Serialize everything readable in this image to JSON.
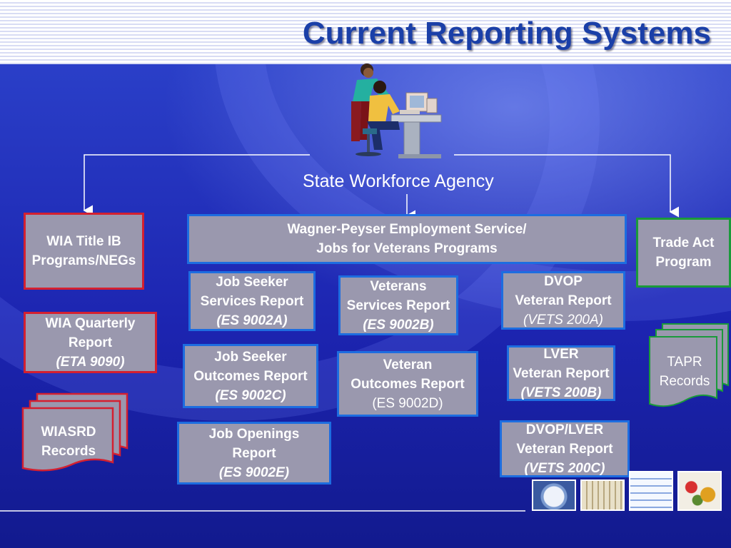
{
  "title": "Current Reporting Systems",
  "agency": "State Workforce Agency",
  "colors": {
    "box_fill": "#9a98ae",
    "blue_border": "#1d6de0",
    "red_border": "#d42030",
    "green_border": "#1a9a3a",
    "title": "#1a3fa8"
  },
  "boxes": {
    "wia_title": [
      "WIA Title IB",
      "Programs/NEGs"
    ],
    "wia_quarterly": [
      "WIA Quarterly",
      "Report",
      "(ETA 9090)"
    ],
    "wiasrd": [
      "WIASRD",
      "Records"
    ],
    "wagner": [
      "Wagner-Peyser Employment Service/",
      "Jobs for Veterans Programs"
    ],
    "es9002a": [
      "Job Seeker",
      "Services Report",
      "(ES 9002A)"
    ],
    "es9002b": [
      "Veterans",
      "Services Report",
      "(ES 9002B)"
    ],
    "vets200a": [
      "DVOP",
      "Veteran Report",
      "(VETS 200A)"
    ],
    "es9002c": [
      "Job Seeker",
      "Outcomes Report",
      "(ES 9002C)"
    ],
    "es9002d": [
      "Veteran",
      "Outcomes Report",
      "(ES 9002D)"
    ],
    "vets200b": [
      "LVER",
      "Veteran Report",
      "(VETS 200B)"
    ],
    "es9002e": [
      "Job Openings",
      "Report",
      "(ES 9002E)"
    ],
    "vets200c": [
      "DVOP/LVER",
      "Veteran Report",
      "(VETS 200C)"
    ],
    "trade": [
      "Trade Act",
      "Program"
    ],
    "tapr": [
      "TAPR",
      "Records"
    ]
  },
  "icons": [
    "office-workers-icon",
    "document-stack-icon",
    "report-thumbnail-icon"
  ]
}
